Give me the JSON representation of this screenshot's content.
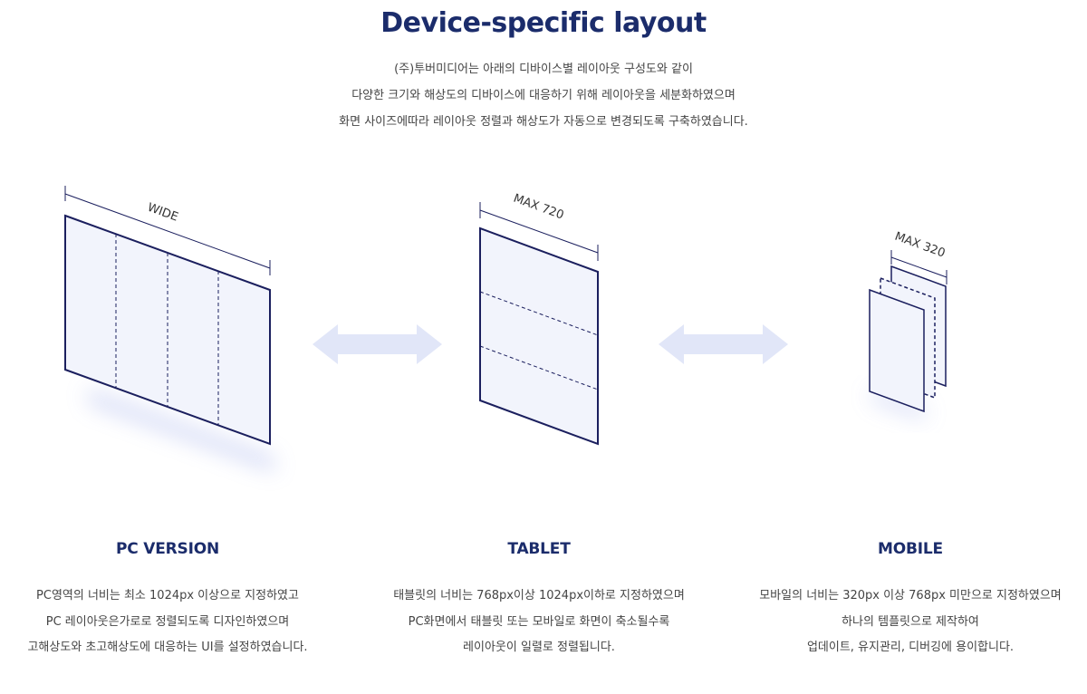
{
  "header": {
    "title": "Device-specific layout",
    "intro": [
      "(주)투버미디어는 아래의 디바이스별 레이아웃 구성도와 같이",
      "다양한 크기와 해상도의 디바이스에 대응하기 위해 레이아웃을 세분화하였으며",
      "화면 사이즈에따라 레이아웃 정렬과 해상도가 자동으로 변경되도록 구축하였습니다."
    ]
  },
  "diagram": {
    "pc_dimension_label": "WIDE",
    "tablet_dimension_label": "MAX 720",
    "mobile_dimension_label": "MAX 320"
  },
  "devices": [
    {
      "name": "PC VERSION",
      "description": [
        "PC영역의 너비는 최소 1024px 이상으로 지정하였고",
        "PC 레이아웃은가로로 정렬되도록 디자인하였으며",
        "고해상도와 초고해상도에 대응하는 UI를 설정하였습니다."
      ]
    },
    {
      "name": "TABLET",
      "description": [
        "태블릿의 너비는 768px이상 1024px이하로 지정하였으며",
        "PC화면에서 태블릿 또는 모바일로 화면이 축소될수록",
        "레이아웃이 일렬로 정렬됩니다."
      ]
    },
    {
      "name": "MOBILE",
      "description": [
        "모바일의 너비는 320px 이상 768px 미만으로 지정하였으며",
        "하나의 템플릿으로 제작하여",
        "업데이트, 유지관리, 디버깅에 용이합니다."
      ]
    }
  ],
  "colors": {
    "outline": "#1b1f5e",
    "fill": "#f2f4fc",
    "arrow": "#e1e6f8",
    "title": "#1b2c6b"
  }
}
